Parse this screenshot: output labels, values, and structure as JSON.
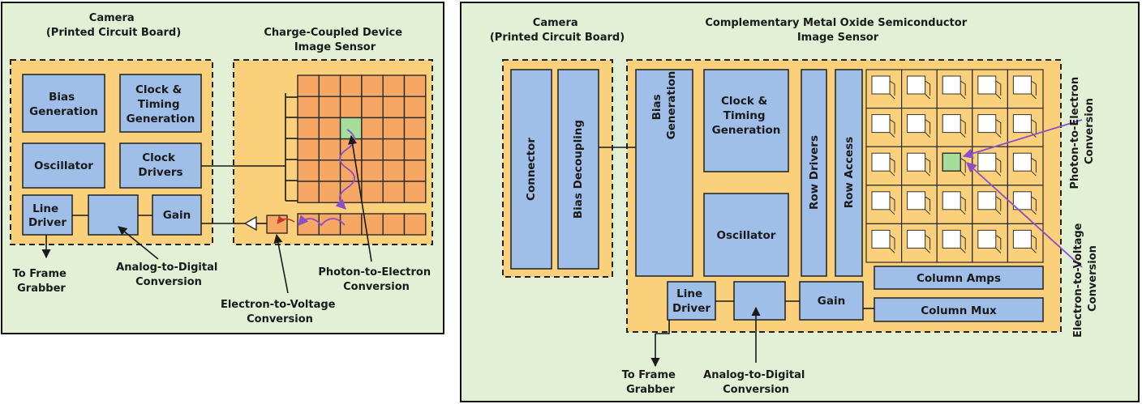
{
  "left": {
    "camera_title": [
      "Camera",
      "(Printed Circuit Board)"
    ],
    "sensor_title": [
      "Charge-Coupled Device",
      "Image Sensor"
    ],
    "blocks": {
      "bias": [
        "Bias",
        "Generation"
      ],
      "clock_timing": [
        "Clock &",
        "Timing",
        "Generation"
      ],
      "oscillator": [
        "Oscillator"
      ],
      "clock_drivers": [
        "Clock",
        "Drivers"
      ],
      "line_driver": [
        "Line",
        "Driver"
      ],
      "gain": [
        "Gain"
      ]
    },
    "labels": {
      "frame_grabber": [
        "To Frame",
        "Grabber"
      ],
      "adc": [
        "Analog-to-Digital",
        "Conversion"
      ],
      "e2v": [
        "Electron-to-Voltage",
        "Conversion"
      ],
      "p2e": [
        "Photon-to-Electron",
        "Conversion"
      ]
    }
  },
  "right": {
    "camera_title": [
      "Camera",
      "(Printed Circuit Board)"
    ],
    "sensor_title": [
      "Complementary Metal Oxide Semiconductor",
      "Image Sensor"
    ],
    "blocks": {
      "connector": "Connector",
      "bias_decoupling": "Bias Decoupling",
      "bias_generation": [
        "Bias",
        "Generation"
      ],
      "clock_timing": [
        "Clock &",
        "Timing",
        "Generation"
      ],
      "oscillator": [
        "Oscillator"
      ],
      "row_drivers": "Row Drivers",
      "row_access": "Row Access",
      "column_amps": "Column Amps",
      "column_mux": "Column Mux",
      "line_driver": [
        "Line",
        "Driver"
      ],
      "gain": [
        "Gain"
      ]
    },
    "labels": {
      "frame_grabber": [
        "To Frame",
        "Grabber"
      ],
      "adc": [
        "Analog-to-Digital",
        "Conversion"
      ],
      "p2e": [
        "Photon-to-Electron",
        "Conversion"
      ],
      "e2v": [
        "Electron-to-Voltage",
        "Conversion"
      ]
    }
  }
}
